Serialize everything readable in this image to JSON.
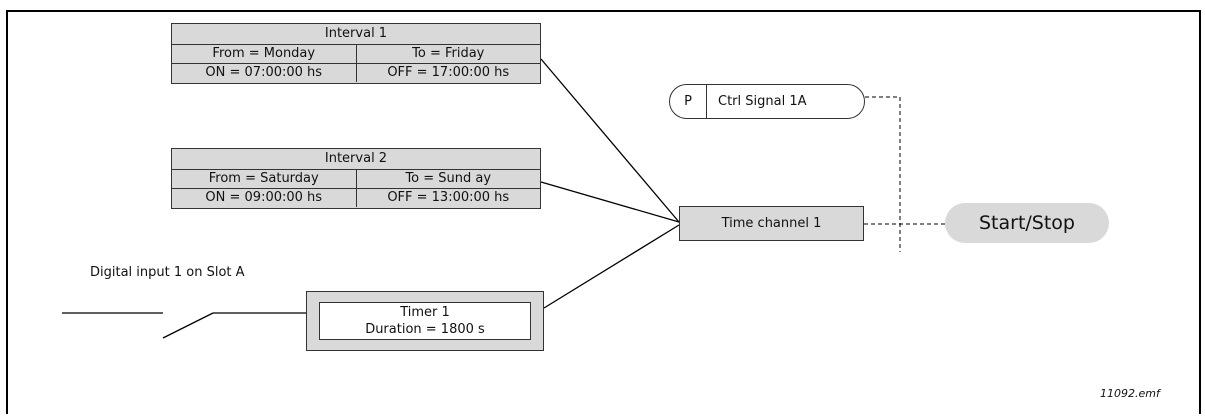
{
  "interval1": {
    "title": "Interval 1",
    "from": "From = Monday",
    "to": "To = Friday",
    "on": "ON = 07:00:00 hs",
    "off": "OFF = 17:00:00 hs"
  },
  "interval2": {
    "title": "Interval 2",
    "from": "From = Saturday",
    "to": "To = Sund ay",
    "on": "ON = 09:00:00 hs",
    "off": "OFF = 13:00:00 hs"
  },
  "digital_input_label": "Digital input 1 on Slot A",
  "timer": {
    "title": "Timer 1",
    "duration": "Duration = 1800 s"
  },
  "time_channel": "Time channel 1",
  "parameter": {
    "prefix": "P",
    "label": "Ctrl Signal 1A"
  },
  "output": "Start/Stop",
  "figure_ref": "11092.emf",
  "colors": {
    "box_fill": "#d9d9d9",
    "line": "#000000"
  }
}
